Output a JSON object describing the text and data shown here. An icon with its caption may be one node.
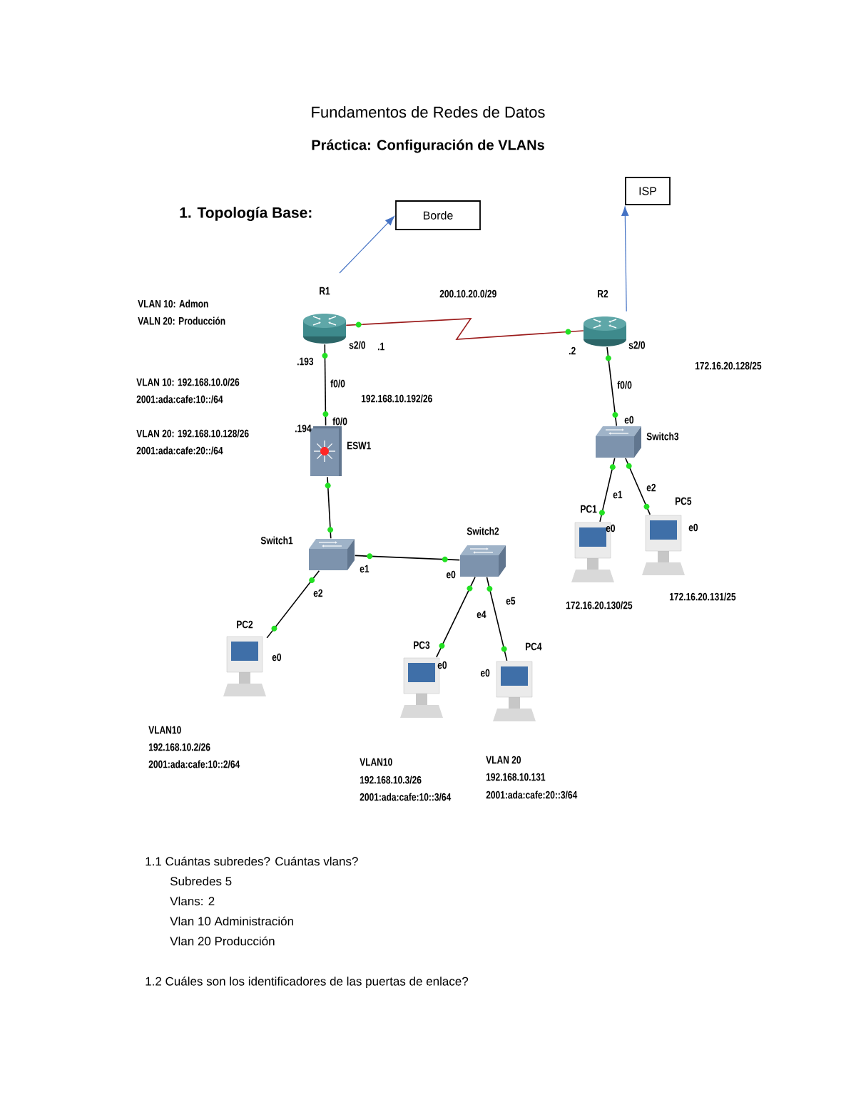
{
  "diagram": {
    "title": "Fundamentos de Redes de Datos",
    "nodes": [
      {
        "text": [
          "Borde"
        ]
      },
      {
        "text": [
          "ISP"
        ]
      },
      {
        "text": [
          "R1"
        ]
      },
      {
        "text": [
          "R2"
        ]
      },
      {
        "text": [
          "ESW1"
        ]
      },
      {
        "text": [
          "Switch3"
        ]
      },
      {
        "text": [
          "Switch1"
        ]
      },
      {
        "text": [
          "Switch2"
        ]
      },
      {
        "text": [
          "PC2"
        ]
      },
      {
        "text": [
          "PC3"
        ]
      },
      {
        "text": [
          "PC4"
        ]
      },
      {
        "text": [
          "PC1"
        ]
      },
      {
        "text": [
          "PC5"
        ]
      }
    ],
    "edges": [
      {
        "from": null,
        "to": 0,
        "arrow": "to",
        "color": "#4472c4"
      },
      {
        "from": 3,
        "to": 1,
        "arrow": "to",
        "color": "#4472c4"
      },
      {
        "from": 2,
        "to": 3,
        "arrow": "none",
        "color": "#9b1b1b"
      },
      {
        "from": 2,
        "to": 4,
        "arrow": "none"
      },
      {
        "from": 4,
        "to": 6,
        "arrow": "none"
      },
      {
        "from": 6,
        "to": 7,
        "arrow": "none"
      },
      {
        "from": 6,
        "to": 8,
        "arrow": "none"
      },
      {
        "from": 7,
        "to": 9,
        "arrow": "none"
      },
      {
        "from": 7,
        "to": 10,
        "arrow": "none"
      },
      {
        "from": 3,
        "to": 5,
        "arrow": "none"
      },
      {
        "from": 5,
        "to": 11,
        "arrow": "none"
      },
      {
        "from": 5,
        "to": 12,
        "arrow": "none"
      }
    ],
    "labels": [
      "Práctica: Configuración de VLANs",
      "1. Topología Base:",
      "VLAN 10: Admon",
      "VALN 20: Producción",
      "200.10.20.0/29",
      "s2/0",
      ".1",
      ".193",
      ".2",
      "s2/0",
      "172.16.20.128/25",
      "VLAN 10: 192.168.10.0/26",
      "2001:ada:cafe:10::/64",
      "f0/0",
      "192.168.10.192/26",
      "f0/0",
      "e0",
      ".194",
      "f0/0",
      "VLAN 20: 192.168.10.128/26",
      "2001:ada:cafe:20::/64",
      "e1",
      "e2",
      "e0",
      "e0",
      "e1",
      "e0",
      "e2",
      "e4",
      "e5",
      "172.16.20.130/25",
      "172.16.20.131/25",
      "e0",
      "e0",
      "e0",
      "VLAN10",
      "192.168.10.2/26",
      "2001:ada:cafe:10::2/64",
      "VLAN10",
      "192.168.10.3/26",
      "2001:ada:cafe:10::3/64",
      "VLAN 20",
      "192.168.10.131",
      "2001:ada:cafe:20::3/64",
      "1.1 Cuántas subredes? Cuántas vlans?",
      "Subredes 5",
      "Vlans: 2",
      "Vlan 10 Administración",
      "Vlan 20 Producción",
      "1.2 Cuáles son los identificadores de las puertas de enlace?"
    ]
  }
}
